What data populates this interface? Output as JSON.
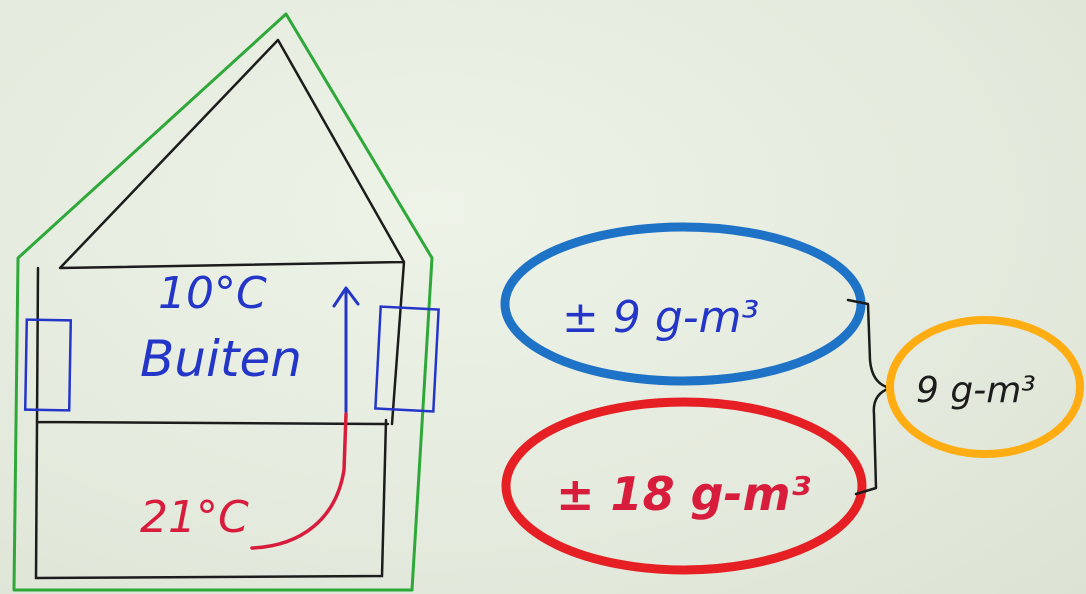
{
  "house": {
    "top_label": "10°C",
    "middle_label": "Buiten",
    "bottom_label": "21°C"
  },
  "values": {
    "blue_value": "± 9 g-m³",
    "red_value": "± 18 g-m³",
    "result_value": "9 g-m³"
  },
  "colors": {
    "background": "#e6ecdf",
    "outline_green": "#2fa83a",
    "ink_black": "#1c1c1c",
    "ink_blue": "#2436c8",
    "ink_red": "#d81c3c",
    "ellipse_blue": "#1f73c6",
    "ellipse_red": "#e51f24",
    "ellipse_orange": "#ffad12"
  }
}
